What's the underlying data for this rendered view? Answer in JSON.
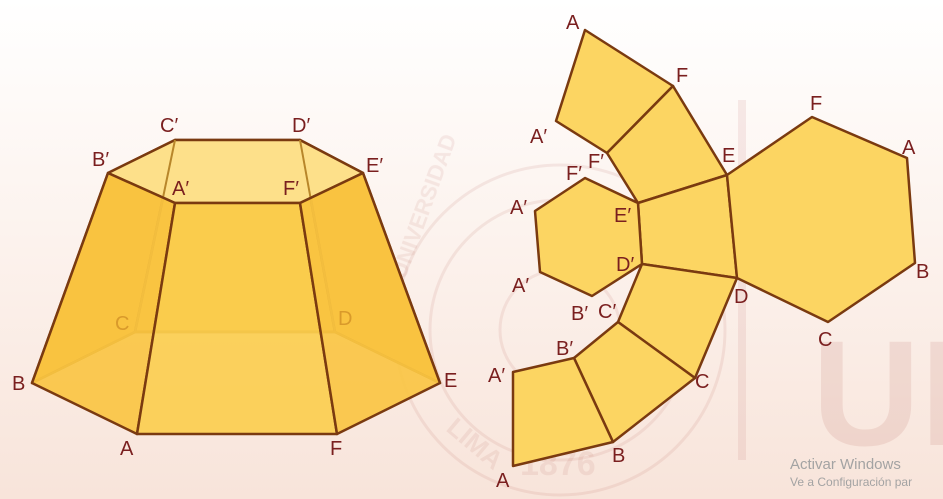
{
  "frustum_labels": {
    "top": [
      "B′",
      "C′",
      "D′",
      "E′",
      "A′",
      "F′"
    ],
    "bottom": [
      "B",
      "A",
      "F",
      "E"
    ],
    "hidden": [
      "C",
      "D"
    ]
  },
  "net_labels": {
    "strip": [
      "A",
      "F",
      "A′",
      "F′",
      "E",
      "E′",
      "D′",
      "D",
      "C′",
      "C",
      "B′",
      "B",
      "A′",
      "A"
    ],
    "small_hexagon": [
      "F′",
      "A′",
      "A′",
      "B′"
    ],
    "large_hexagon": [
      "F",
      "A",
      "B",
      "C"
    ]
  },
  "watermark": {
    "numerals": "1876",
    "word": "LIMA",
    "university": "UNIVERSIDAD",
    "letters": "UN"
  },
  "windows_activation": {
    "title": "Activar Windows",
    "subtitle": "Ve a Configuración par"
  },
  "colors": {
    "face_fill": "#fcd562",
    "edge": "#7a3a10",
    "label": "#7a1f1f"
  }
}
